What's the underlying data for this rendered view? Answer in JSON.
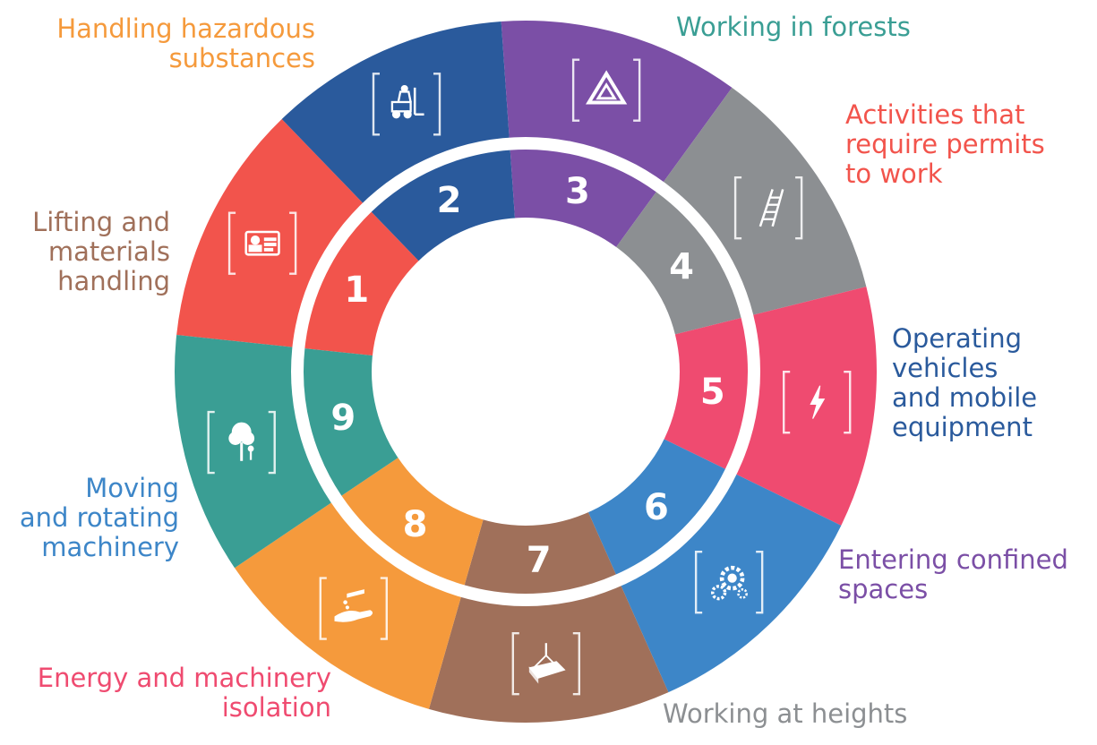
{
  "segments": [
    {
      "number": "1",
      "label": "Activities that\nrequire permits\nto work",
      "color": "#f2544c",
      "icon": "permit-card-icon"
    },
    {
      "number": "2",
      "label": "Operating\nvehicles\nand mobile\nequipment",
      "color": "#2a5a9c",
      "icon": "forklift-icon"
    },
    {
      "number": "3",
      "label": "Entering confined\nspaces",
      "color": "#7b4fa6",
      "icon": "confined-space-icon"
    },
    {
      "number": "4",
      "label": "Working at heights",
      "color": "#8c8f92",
      "icon": "ladder-icon"
    },
    {
      "number": "5",
      "label": "Energy and machinery\nisolation",
      "color": "#ef4b70",
      "icon": "lightning-icon"
    },
    {
      "number": "6",
      "label": "Moving\nand rotating\nmachinery",
      "color": "#3d86c8",
      "icon": "gears-icon"
    },
    {
      "number": "7",
      "label": "Lifting and\nmaterials\nhandling",
      "color": "#a0705a",
      "icon": "crane-load-icon"
    },
    {
      "number": "8",
      "label": "Handling hazardous\nsubstances",
      "color": "#f59a3c",
      "icon": "hazardous-hands-icon"
    },
    {
      "number": "9",
      "label": "Working in forests",
      "color": "#3a9e94",
      "icon": "tree-icon"
    }
  ]
}
